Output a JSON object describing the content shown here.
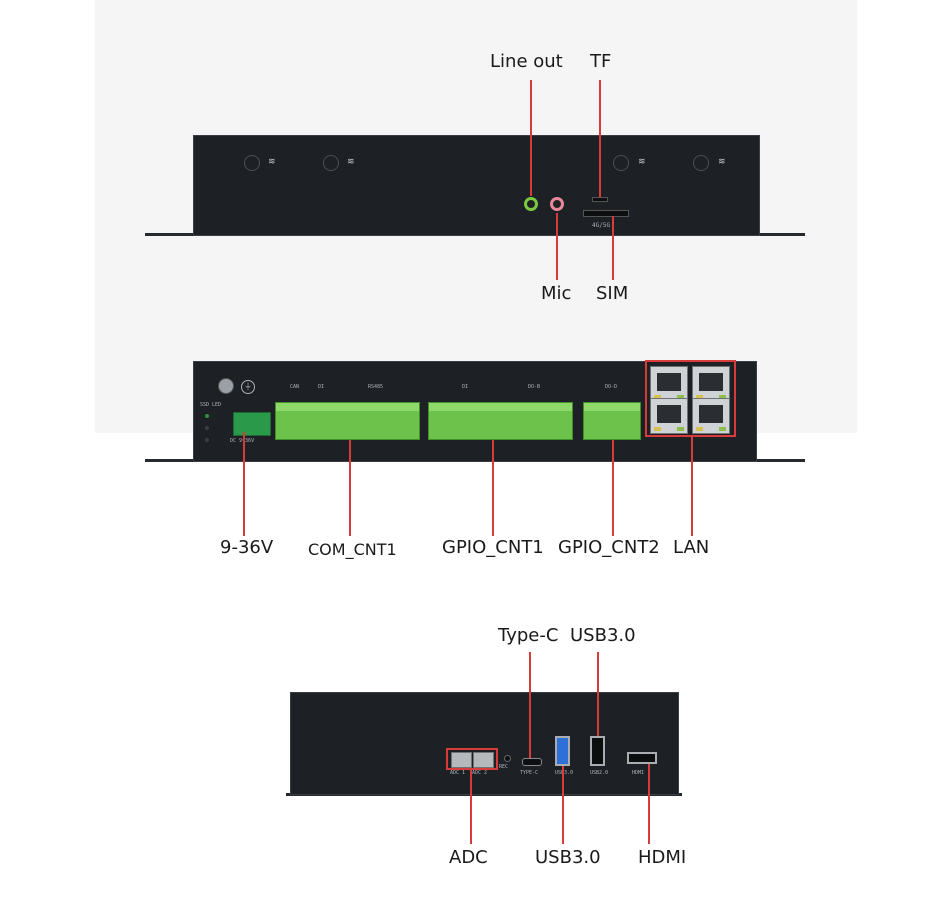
{
  "title": "",
  "panel1": {
    "labels": {
      "line_out": "Line out",
      "tf": "TF",
      "mic": "Mic",
      "sim": "SIM"
    },
    "silkscreen": {
      "sim_slot": "4G/5G"
    }
  },
  "panel2": {
    "labels": {
      "power": "9-36V",
      "com": "COM_CNT1",
      "gpio1": "GPIO_CNT1",
      "gpio2": "GPIO_CNT2",
      "lan": "LAN"
    },
    "silkscreen": {
      "led": "SSD LED",
      "dc": "DC 9~36V",
      "can": "CAN",
      "di_small": "DI",
      "rs485": "RS485",
      "di": "DI",
      "do": "DO-B",
      "do2": "DO-D"
    }
  },
  "panel3": {
    "labels": {
      "typec": "Type-C",
      "usb_top": "USB3.0",
      "adc": "ADC",
      "usb_bottom": "USB3.0",
      "hdmi": "HDMI"
    },
    "silkscreen": {
      "adc1": "ADC 1",
      "adc2": "ADC 2",
      "rec": "REC",
      "typec": "TYPE-C",
      "usb_a": "USB3.0",
      "usb_b": "USB2.0",
      "hdmi": "HDMI"
    }
  },
  "colors": {
    "accent_line": "#d93a3a",
    "device": "#1d2024",
    "terminal": "#6cc24a",
    "lineout_jack": "#7ac943",
    "mic_jack": "#e8889a",
    "usb3": "#2e6fd8"
  }
}
